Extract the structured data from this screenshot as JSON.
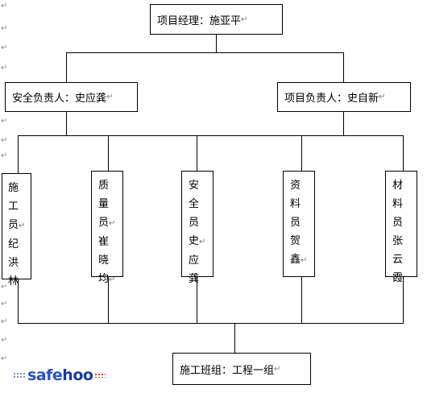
{
  "paragraph_mark": "↵",
  "top": {
    "label": "项目经理：施亚平"
  },
  "level2": [
    {
      "label": "安全负责人：史应龚"
    },
    {
      "label": "项目负责人：史自新"
    }
  ],
  "level3": [
    {
      "chars": [
        "施",
        "工",
        "员",
        "纪",
        "洪",
        "林"
      ]
    },
    {
      "chars": [
        "质",
        "量",
        "员",
        "崔",
        "晓",
        "均"
      ]
    },
    {
      "chars": [
        "安",
        "全",
        "员",
        "史",
        "应",
        "龚"
      ]
    },
    {
      "chars": [
        "资",
        "料",
        "员",
        "贺",
        "鑫"
      ]
    },
    {
      "chars": [
        "材",
        "料",
        "员",
        "张",
        "云",
        "霞"
      ]
    }
  ],
  "bottom": {
    "label": "施工班组：工程一组"
  },
  "watermark": {
    "part1": "safe",
    "part2": "hoo"
  }
}
